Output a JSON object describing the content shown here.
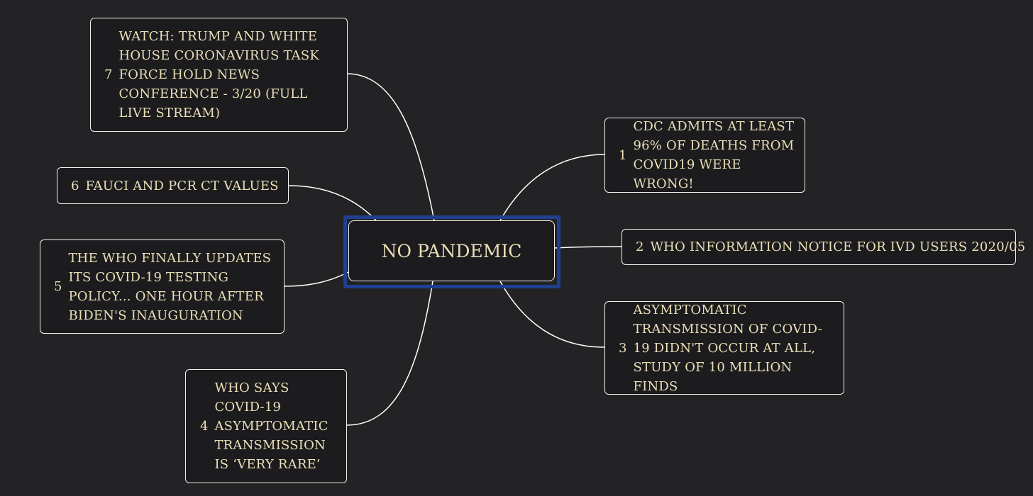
{
  "central_topic": "NO PANDEMIC",
  "topics": [
    {
      "number": "1",
      "text": "CDC ADMITS AT LEAST 96% OF DEATHS FROM COVID19 WERE WRONG!"
    },
    {
      "number": "2",
      "text": "WHO INFORMATION NOTICE FOR IVD USERS 2020/05"
    },
    {
      "number": "3",
      "text": "ASYMPTOMATIC TRANSMISSION OF COVID-19 DIDN'T OCCUR AT ALL, STUDY OF 10 MILLION FINDS"
    },
    {
      "number": "4",
      "text": "WHO SAYS COVID-19 ASYMPTOMATIC TRANSMISSION IS ‘VERY RARE’"
    },
    {
      "number": "5",
      "text": "THE WHO FINALLY UPDATES ITS COVID-19 TESTING POLICY... ONE HOUR AFTER BIDEN'S INAUGURATION"
    },
    {
      "number": "6",
      "text": "FAUCI AND PCR CT VALUES"
    },
    {
      "number": "7",
      "text": "WATCH: TRUMP AND WHITE HOUSE CORONAVIRUS TASK FORCE HOLD NEWS CONFERENCE - 3/20 (FULL LIVE STREAM)"
    }
  ],
  "colors": {
    "background": "#232325",
    "node_fill": "#1c1c1e",
    "node_border": "#f2f2f2",
    "text": "#eadfb8",
    "connector": "#ffffff",
    "selection": "#1f3f8f"
  }
}
